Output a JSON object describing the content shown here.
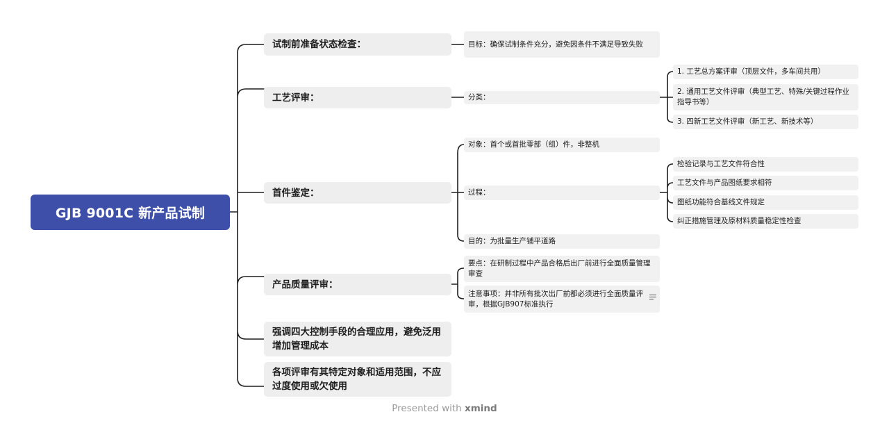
{
  "root": {
    "label": "GJB 9001C 新产品试制"
  },
  "branches": {
    "prep": {
      "label": "试制前准备状态检查：",
      "target": "目标：确保试制条件充分，避免因条件不满足导致失败"
    },
    "process": {
      "label": "工艺评审：",
      "category": "分类：",
      "items": [
        "1. 工艺总方案评审（顶层文件，多车间共用）",
        "2. 通用工艺文件评审（典型工艺、特殊/关键过程作业指导书等）",
        "3. 四新工艺文件评审（新工艺、新技术等）"
      ]
    },
    "first": {
      "label": "首件鉴定：",
      "object": "对象：首个或首批零部（组）件，非整机",
      "process": "过程：",
      "steps": [
        "检验记录与工艺文件符合性",
        "工艺文件与产品图纸要求相符",
        "图纸功能符合基线文件规定",
        "纠正措施管理及原材料质量稳定性检查"
      ],
      "goal": "目的：为批量生产铺平道路"
    },
    "quality": {
      "label": "产品质量评审：",
      "key": "要点：在研制过程中产品合格后出厂前进行全面质量管理审查",
      "note": "注意事项：并非所有批次出厂前都必须进行全面质量评审，根据GJB907标准执行"
    },
    "control": {
      "label": "强调四大控制手段的合理应用，避免泛用增加管理成本"
    },
    "scope": {
      "label": "各项评审有其特定对象和适用范围，不应过度使用或欠使用"
    }
  },
  "watermark": {
    "prefix": "Presented with",
    "brand": "xmind"
  },
  "colors": {
    "root_bg": "#3d4fa9",
    "root_text": "#ffffff",
    "node_bg": "#eeeeee",
    "line": "#1f1f1f"
  },
  "icons": {
    "note": "note-lines-icon"
  }
}
